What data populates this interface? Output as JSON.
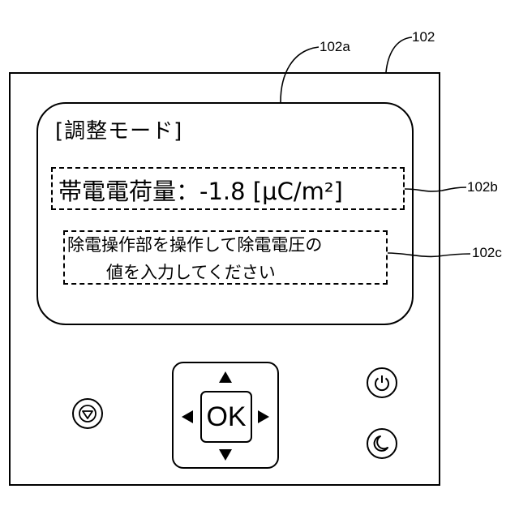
{
  "screen": {
    "title": "[調整モード]",
    "charge_line": "帯電電荷量：-1.8 [μC/m²]",
    "prompt_line1": "除電操作部を操作して除電電圧の",
    "prompt_line2": "値を入力してください"
  },
  "buttons": {
    "ok_label": "OK",
    "stop_icon": "stop-icon",
    "power_icon": "power-icon",
    "sleep_icon": "moon-icon",
    "arrow_icons": [
      "arrow-up-icon",
      "arrow-down-icon",
      "arrow-left-icon",
      "arrow-right-icon"
    ]
  },
  "reference_labels": {
    "panel": "102",
    "screen": "102a",
    "charge_field": "102b",
    "prompt_field": "102c"
  }
}
